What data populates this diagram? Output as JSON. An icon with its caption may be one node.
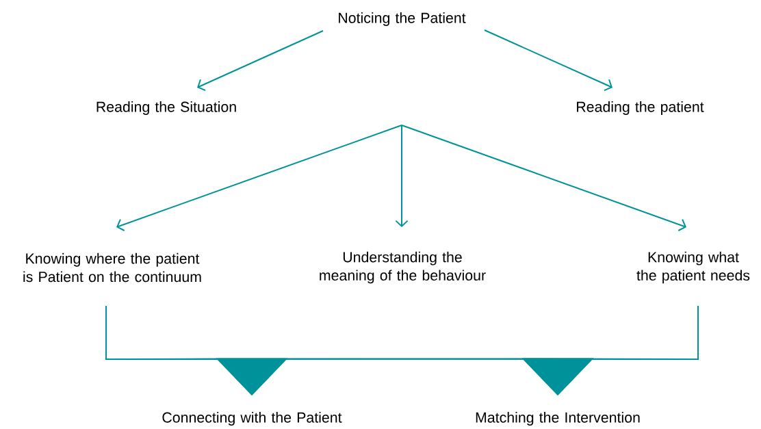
{
  "diagram": {
    "nodes": [
      {
        "text": [
          "Noticing the Patient"
        ]
      },
      {
        "text": [
          "Reading the Situation"
        ]
      },
      {
        "text": [
          "Reading the patient"
        ]
      },
      {
        "text": [
          "Knowing where the patient is Patient on the continuum"
        ]
      },
      {
        "text": [
          "Understanding the meaning of the behaviour"
        ]
      },
      {
        "text": [
          "Knowing what the patient needs"
        ]
      },
      {
        "text": [
          "Connecting with the Patient"
        ]
      },
      {
        "text": [
          "Matching the Intervention"
        ]
      }
    ],
    "edges": [
      {
        "from": 0,
        "to": 1,
        "arrow": "to"
      },
      {
        "from": 0,
        "to": 2,
        "arrow": "to"
      },
      {
        "from": null,
        "to": 3,
        "arrow": "to"
      },
      {
        "from": null,
        "to": 4,
        "arrow": "to"
      },
      {
        "from": null,
        "to": 5,
        "arrow": "to"
      },
      {
        "from": 3,
        "to": 6,
        "arrow": "to"
      },
      {
        "from": 3,
        "to": 7,
        "arrow": "to"
      },
      {
        "from": 5,
        "to": 6,
        "arrow": "to"
      },
      {
        "from": 5,
        "to": 7,
        "arrow": "to"
      }
    ]
  }
}
